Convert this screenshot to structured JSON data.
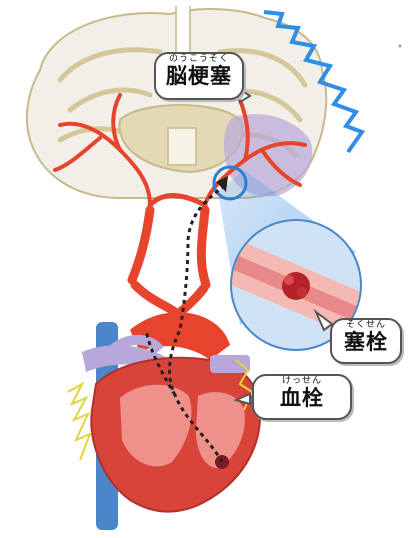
{
  "labels": {
    "stroke": {
      "ruby": "のうこうそく",
      "text": "脳梗塞"
    },
    "embolus": {
      "ruby": "そくせん",
      "text": "塞栓"
    },
    "thrombus": {
      "ruby": "けっせん",
      "text": "血栓"
    }
  },
  "colors": {
    "brain_white": "#f1efe7",
    "brain_gray": "#e4d9b5",
    "artery": "#e6442d",
    "heart": "#d9443a",
    "vein": "#4a86c9",
    "lightning": "#2f8ee6",
    "infarct": "#b9a6d8",
    "clot": "#b5232a"
  }
}
